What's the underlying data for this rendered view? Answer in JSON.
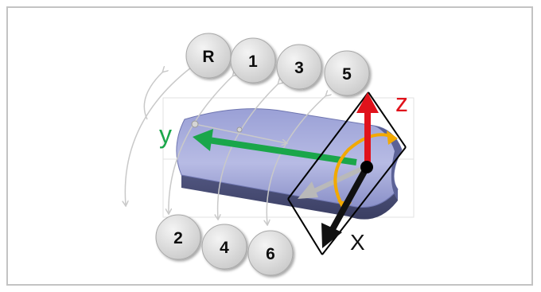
{
  "badges": {
    "r": "R",
    "b1": "1",
    "b2": "2",
    "b3": "3",
    "b4": "4",
    "b5": "5",
    "b6": "6"
  },
  "axes": {
    "x": "X",
    "y": "y",
    "z": "z"
  },
  "colors": {
    "x_axis": "#111111",
    "y_axis": "#1aa64a",
    "z_axis": "#e0121b",
    "rotation": "#f2a900",
    "part": "#7d85c3",
    "badge_fill": "#d7d7d7"
  }
}
